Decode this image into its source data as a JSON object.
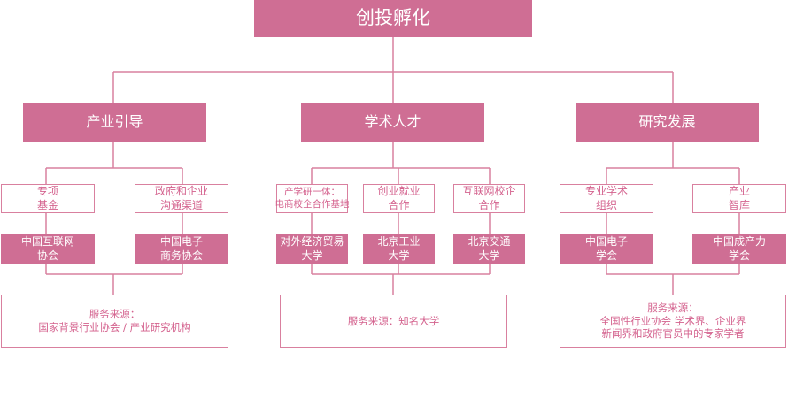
{
  "root": {
    "label": "创投孵化"
  },
  "branches": [
    {
      "label": "产业引导",
      "subs": [
        {
          "top": [
            "专项",
            "基金"
          ],
          "bottom": [
            "中国互联网",
            "协会"
          ]
        },
        {
          "top": [
            "政府和企业",
            "沟通渠道"
          ],
          "bottom": [
            "中国电子",
            "商务协会"
          ]
        }
      ],
      "source": [
        "服务来源：",
        "国家背景行业协会 / 产业研究机构"
      ]
    },
    {
      "label": "学术人才",
      "subs": [
        {
          "top": [
            "产学研一体：",
            "电商校企合作基地"
          ],
          "bottom": [
            "对外经济贸易",
            "大学"
          ]
        },
        {
          "top": [
            "创业就业",
            "合作"
          ],
          "bottom": [
            "北京工业",
            "大学"
          ]
        },
        {
          "top": [
            "互联网校企",
            "合作"
          ],
          "bottom": [
            "北京交通",
            "大学"
          ]
        }
      ],
      "source": [
        "服务来源：知名大学"
      ]
    },
    {
      "label": "研究发展",
      "subs": [
        {
          "top": [
            "专业学术",
            "组织"
          ],
          "bottom": [
            "中国电子",
            "学会"
          ]
        },
        {
          "top": [
            "产业",
            "智库"
          ],
          "bottom": [
            "中国成产力",
            "学会"
          ]
        }
      ],
      "source": [
        "服务来源：",
        "全国性行业协会 学术界、企业界",
        "新闻界和政府官员中的专家学者"
      ]
    }
  ]
}
